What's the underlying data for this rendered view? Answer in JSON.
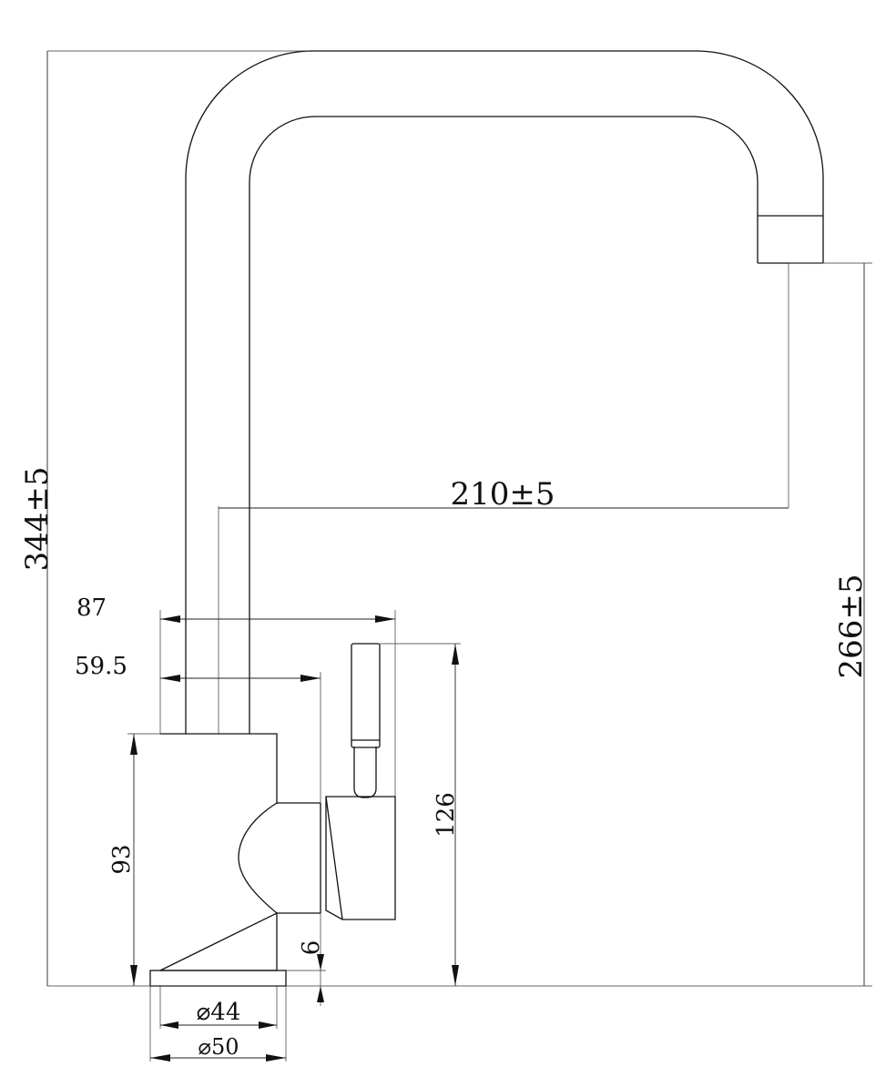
{
  "dimensions": {
    "total_height": "344±5",
    "spout_reach": "210±5",
    "spout_height": "266±5",
    "handle_depth_outer": "87",
    "handle_depth_inner": "59.5",
    "handle_height": "126",
    "body_height": "93",
    "base_thickness": "6",
    "body_diameter": "⌀44",
    "base_diameter": "⌀50"
  }
}
